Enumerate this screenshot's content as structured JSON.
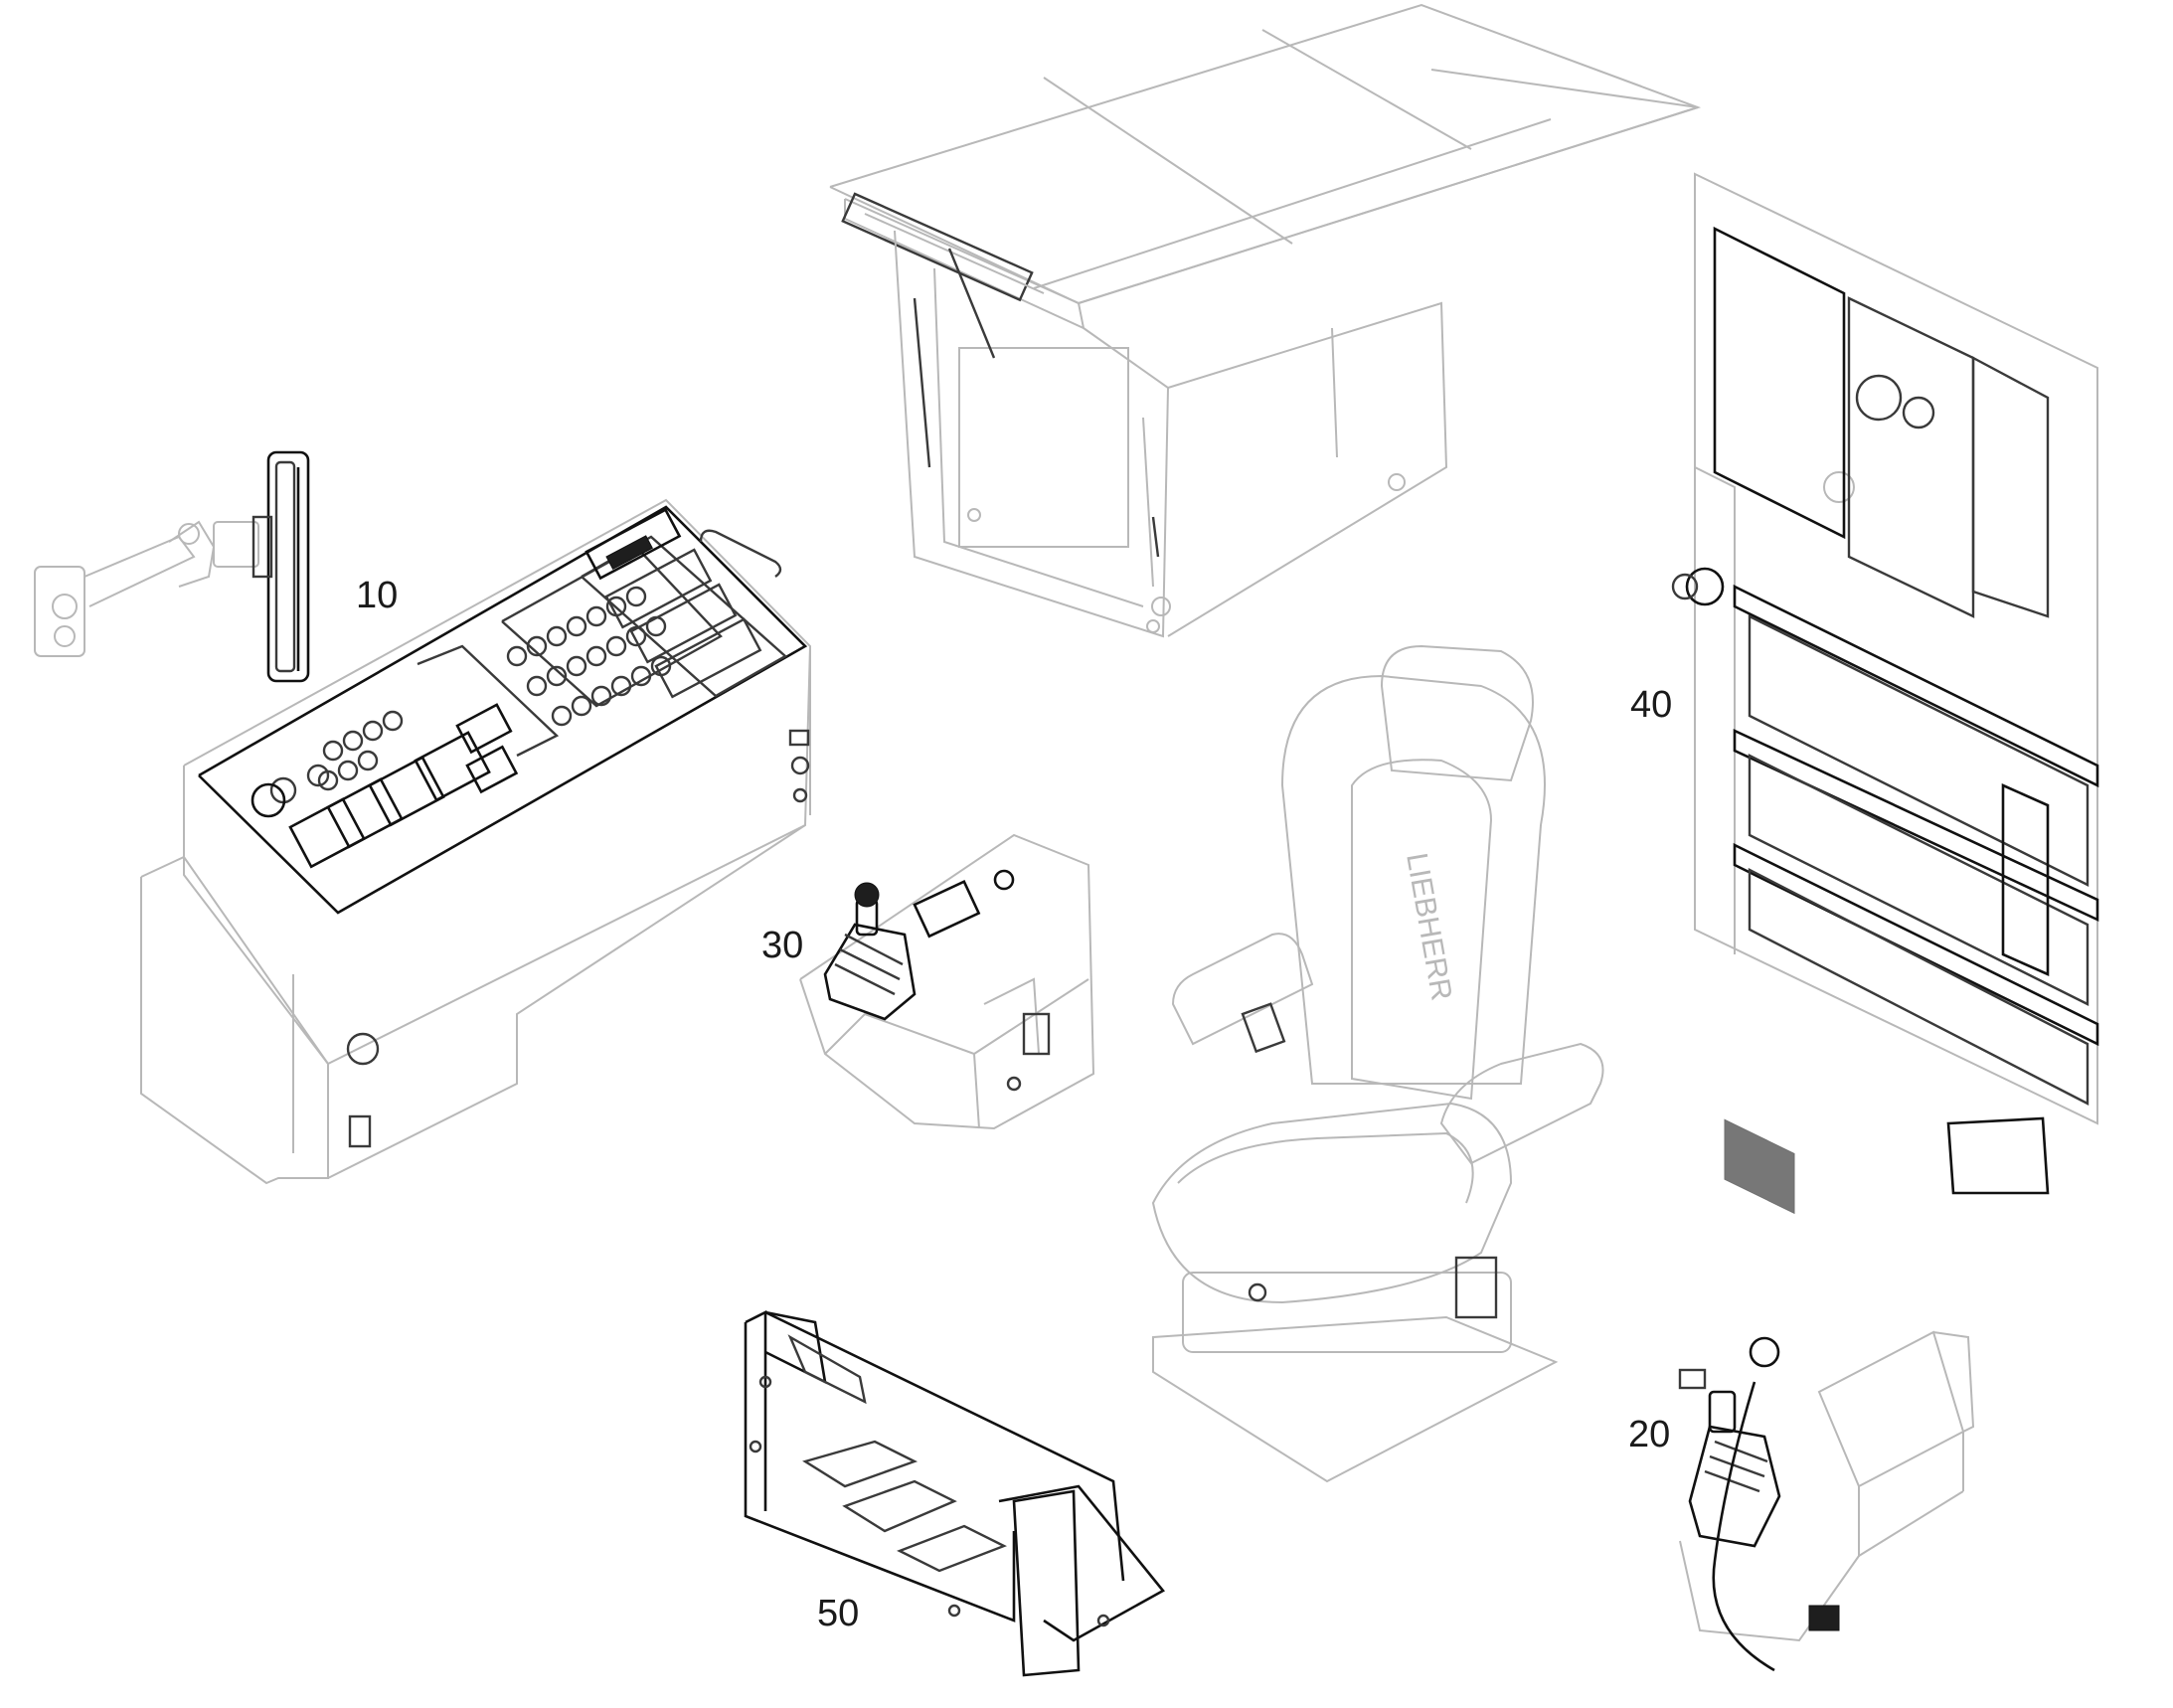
{
  "colors": {
    "outline_light": "#b8b8b8",
    "outline_dark": "#3a3a3a",
    "ink": "#111111",
    "background": "#ffffff"
  },
  "callouts": {
    "c10": "10",
    "c20": "20",
    "c30": "30",
    "c40": "40",
    "c50": "50"
  },
  "seat": {
    "brand_text": "LIEBHERR"
  }
}
